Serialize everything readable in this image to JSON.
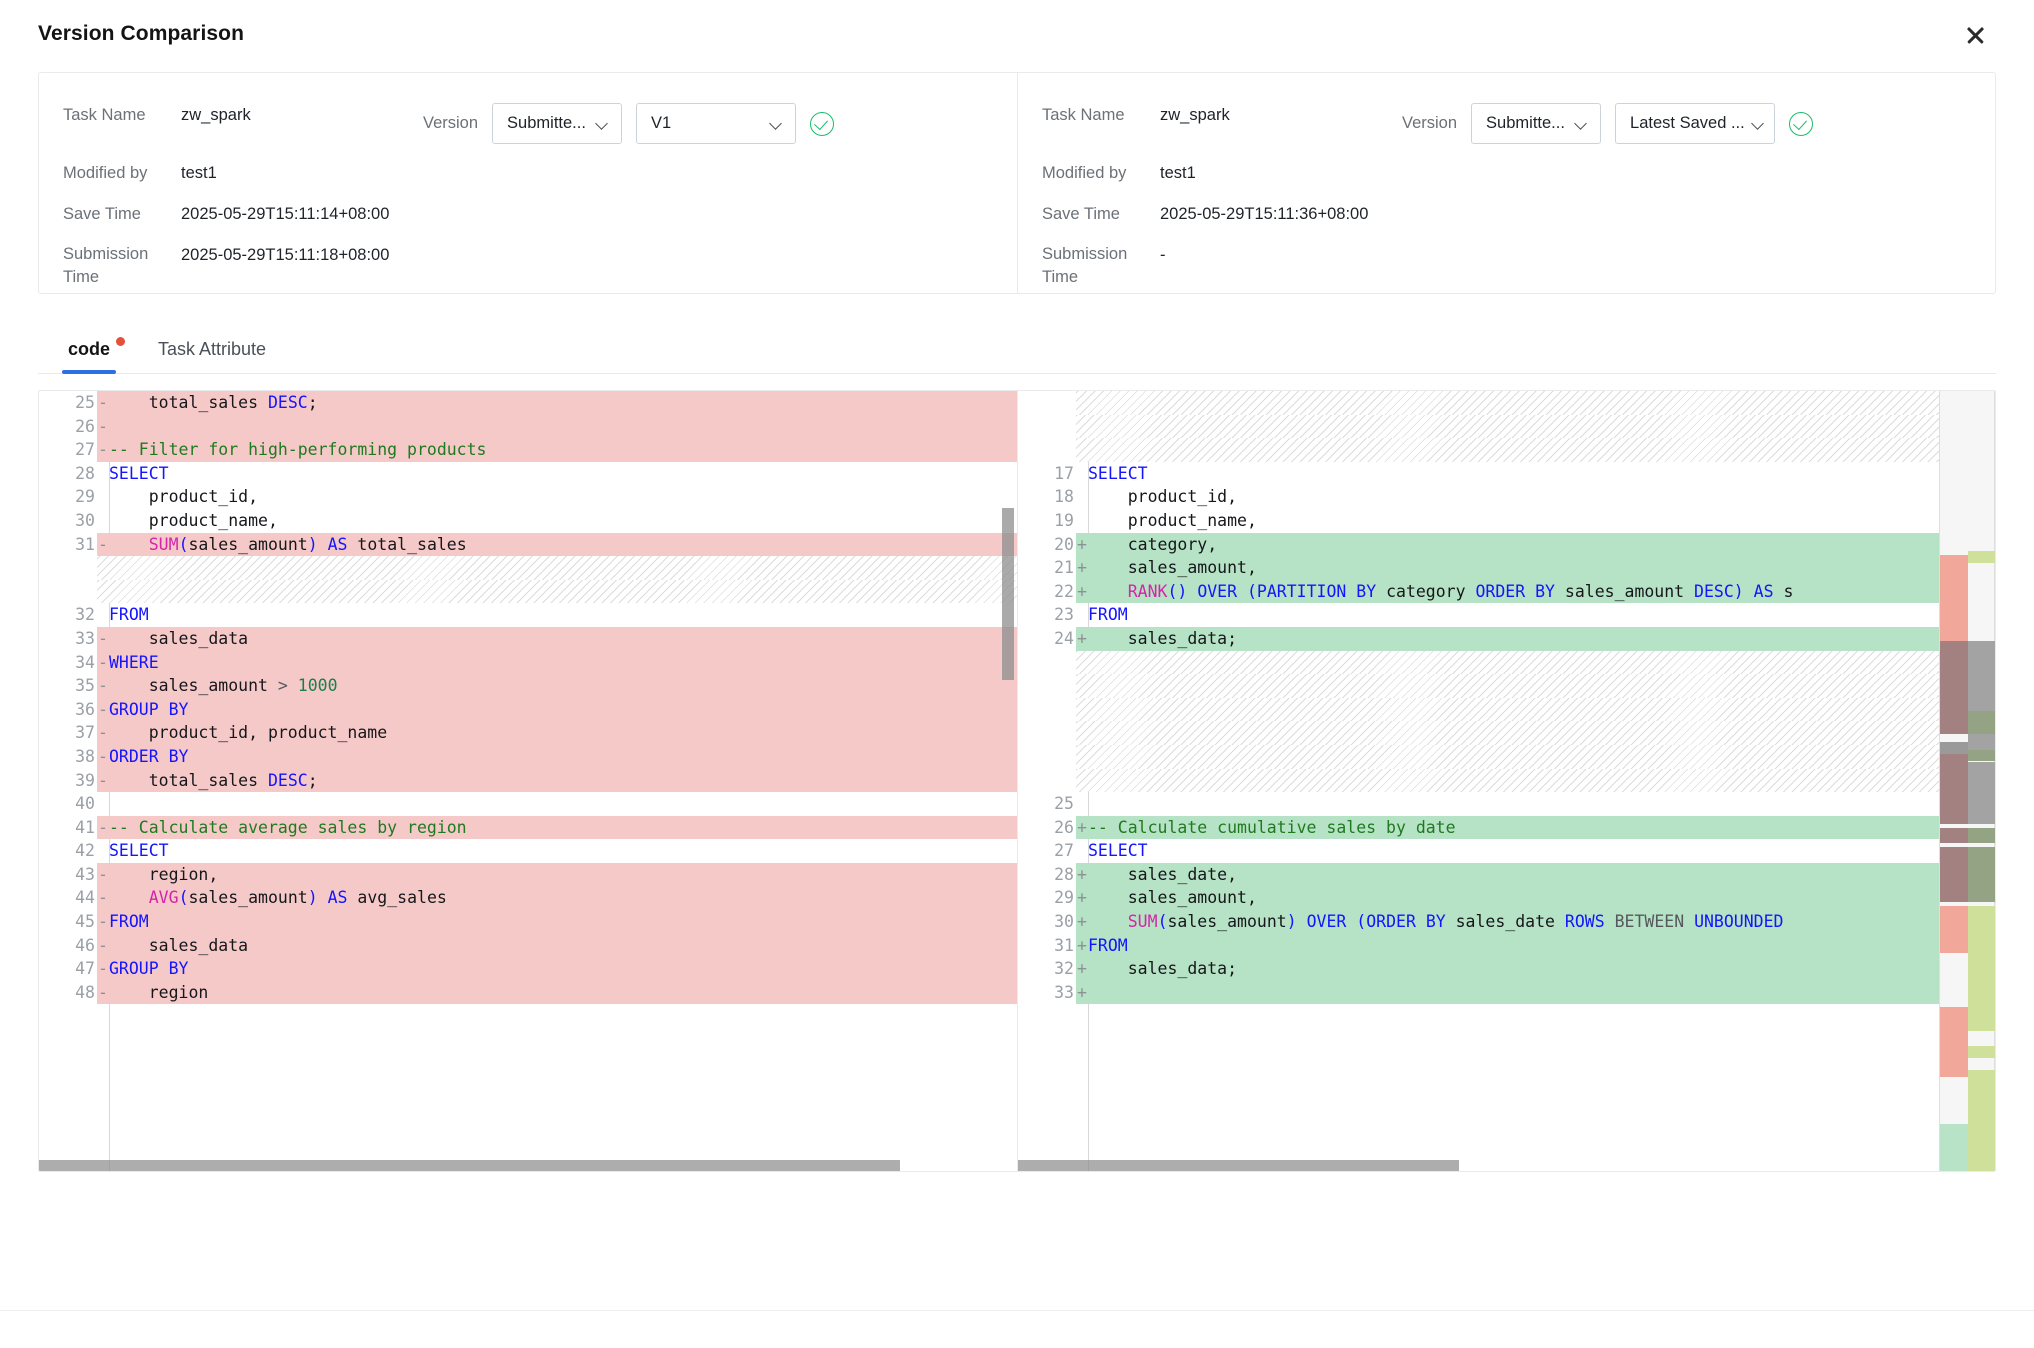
{
  "dialog": {
    "title": "Version Comparison",
    "close_icon": "close-icon"
  },
  "panels": {
    "left": {
      "task_name_label": "Task Name",
      "task_name_value": "zw_spark",
      "modified_by_label": "Modified by",
      "modified_by_value": "test1",
      "save_time_label": "Save Time",
      "save_time_value": "2025-05-29T15:11:14+08:00",
      "submission_time_label": "Submission Time",
      "submission_time_value": "2025-05-29T15:11:18+08:00",
      "version_label": "Version",
      "version_type": "Submitte...",
      "version_value": "V1",
      "status_icon": "check-circle-icon"
    },
    "right": {
      "task_name_label": "Task Name",
      "task_name_value": "zw_spark",
      "modified_by_label": "Modified by",
      "modified_by_value": "test1",
      "save_time_label": "Save Time",
      "save_time_value": "2025-05-29T15:11:36+08:00",
      "submission_time_label": "Submission Time",
      "submission_time_value": "-",
      "version_label": "Version",
      "version_type": "Submitte...",
      "version_value": "Latest Saved ...",
      "status_icon": "check-circle-icon"
    }
  },
  "tabs": [
    {
      "label": "code",
      "active": true,
      "has_dot": true
    },
    {
      "label": "Task Attribute",
      "active": false,
      "has_dot": false
    }
  ],
  "colors": {
    "accent": "#2f6fe4",
    "dot": "#e4503a",
    "success": "#19be6b",
    "diff_removed_bg": "#f6c9c9",
    "diff_added_bg": "#b6e3c5",
    "keyword": "#1414ff",
    "function": "#d425a8",
    "comment": "#1f7a1f",
    "number": "#1a7f4b"
  },
  "diff": {
    "left": [
      {
        "num": "25",
        "sign": "-",
        "type": "del",
        "tokens": [
          {
            "t": "    total_sales ",
            "c": "pl"
          },
          {
            "t": "DESC",
            "c": "kw"
          },
          {
            "t": ";",
            "c": "pl"
          }
        ]
      },
      {
        "num": "26",
        "sign": "-",
        "type": "del",
        "tokens": []
      },
      {
        "num": "27",
        "sign": "-",
        "type": "del",
        "tokens": [
          {
            "t": "-- Filter for high-performing products",
            "c": "cmt"
          }
        ]
      },
      {
        "num": "28",
        "sign": "",
        "type": "ctx",
        "tokens": [
          {
            "t": "SELECT",
            "c": "kw"
          }
        ]
      },
      {
        "num": "29",
        "sign": "",
        "type": "ctx",
        "tokens": [
          {
            "t": "    product_id,",
            "c": "pl"
          }
        ]
      },
      {
        "num": "30",
        "sign": "",
        "type": "ctx",
        "tokens": [
          {
            "t": "    product_name,",
            "c": "pl"
          }
        ]
      },
      {
        "num": "31",
        "sign": "-",
        "type": "del",
        "tokens": [
          {
            "t": "    ",
            "c": "pl"
          },
          {
            "t": "SUM",
            "c": "fn"
          },
          {
            "t": "(",
            "c": "kw"
          },
          {
            "t": "sales_amount",
            "c": "pl"
          },
          {
            "t": ")",
            "c": "kw"
          },
          {
            "t": " ",
            "c": "pl"
          },
          {
            "t": "AS",
            "c": "kw"
          },
          {
            "t": " total_sales",
            "c": "pl"
          }
        ]
      },
      {
        "num": "",
        "sign": "",
        "type": "filler",
        "tokens": []
      },
      {
        "num": "",
        "sign": "",
        "type": "filler",
        "tokens": []
      },
      {
        "num": "32",
        "sign": "",
        "type": "ctx",
        "tokens": [
          {
            "t": "FROM",
            "c": "kw"
          }
        ]
      },
      {
        "num": "33",
        "sign": "-",
        "type": "del",
        "tokens": [
          {
            "t": "    sales_data",
            "c": "pl"
          }
        ]
      },
      {
        "num": "34",
        "sign": "-",
        "type": "del",
        "tokens": [
          {
            "t": "WHERE",
            "c": "kw"
          }
        ]
      },
      {
        "num": "35",
        "sign": "-",
        "type": "del",
        "tokens": [
          {
            "t": "    sales_amount ",
            "c": "pl"
          },
          {
            "t": ">",
            "c": "op"
          },
          {
            "t": " ",
            "c": "pl"
          },
          {
            "t": "1000",
            "c": "num"
          }
        ]
      },
      {
        "num": "36",
        "sign": "-",
        "type": "del",
        "tokens": [
          {
            "t": "GROUP BY",
            "c": "kw"
          }
        ]
      },
      {
        "num": "37",
        "sign": "-",
        "type": "del",
        "tokens": [
          {
            "t": "    product_id, product_name",
            "c": "pl"
          }
        ]
      },
      {
        "num": "38",
        "sign": "-",
        "type": "del",
        "tokens": [
          {
            "t": "ORDER BY",
            "c": "kw"
          }
        ]
      },
      {
        "num": "39",
        "sign": "-",
        "type": "del",
        "tokens": [
          {
            "t": "    total_sales ",
            "c": "pl"
          },
          {
            "t": "DESC",
            "c": "kw"
          },
          {
            "t": ";",
            "c": "pl"
          }
        ]
      },
      {
        "num": "40",
        "sign": "",
        "type": "ctx",
        "tokens": []
      },
      {
        "num": "41",
        "sign": "-",
        "type": "del",
        "tokens": [
          {
            "t": "-- Calculate average sales by region",
            "c": "cmt"
          }
        ]
      },
      {
        "num": "42",
        "sign": "",
        "type": "ctx",
        "tokens": [
          {
            "t": "SELECT",
            "c": "kw"
          }
        ]
      },
      {
        "num": "43",
        "sign": "-",
        "type": "del",
        "tokens": [
          {
            "t": "    region,",
            "c": "pl"
          }
        ]
      },
      {
        "num": "44",
        "sign": "-",
        "type": "del",
        "tokens": [
          {
            "t": "    ",
            "c": "pl"
          },
          {
            "t": "AVG",
            "c": "fn"
          },
          {
            "t": "(",
            "c": "kw"
          },
          {
            "t": "sales_amount",
            "c": "pl"
          },
          {
            "t": ")",
            "c": "kw"
          },
          {
            "t": " ",
            "c": "pl"
          },
          {
            "t": "AS",
            "c": "kw"
          },
          {
            "t": " avg_sales",
            "c": "pl"
          }
        ]
      },
      {
        "num": "45",
        "sign": "-",
        "type": "del",
        "tokens": [
          {
            "t": "FROM",
            "c": "kw"
          }
        ]
      },
      {
        "num": "46",
        "sign": "-",
        "type": "del",
        "tokens": [
          {
            "t": "    sales_data",
            "c": "pl"
          }
        ]
      },
      {
        "num": "47",
        "sign": "-",
        "type": "del",
        "tokens": [
          {
            "t": "GROUP BY",
            "c": "kw"
          }
        ]
      },
      {
        "num": "48",
        "sign": "-",
        "type": "del",
        "tokens": [
          {
            "t": "    region",
            "c": "pl"
          }
        ]
      }
    ],
    "right": [
      {
        "num": "",
        "sign": "",
        "type": "filler",
        "tokens": []
      },
      {
        "num": "",
        "sign": "",
        "type": "filler",
        "tokens": []
      },
      {
        "num": "",
        "sign": "",
        "type": "filler",
        "tokens": []
      },
      {
        "num": "17",
        "sign": "",
        "type": "ctx",
        "tokens": [
          {
            "t": "SELECT",
            "c": "kw"
          }
        ]
      },
      {
        "num": "18",
        "sign": "",
        "type": "ctx",
        "tokens": [
          {
            "t": "    product_id,",
            "c": "pl"
          }
        ]
      },
      {
        "num": "19",
        "sign": "",
        "type": "ctx",
        "tokens": [
          {
            "t": "    product_name,",
            "c": "pl"
          }
        ]
      },
      {
        "num": "20",
        "sign": "+",
        "type": "add",
        "tokens": [
          {
            "t": "    category,",
            "c": "pl"
          }
        ]
      },
      {
        "num": "21",
        "sign": "+",
        "type": "add",
        "tokens": [
          {
            "t": "    sales_amount,",
            "c": "pl"
          }
        ]
      },
      {
        "num": "22",
        "sign": "+",
        "type": "add",
        "tokens": [
          {
            "t": "    ",
            "c": "pl"
          },
          {
            "t": "RANK",
            "c": "fn"
          },
          {
            "t": "()",
            "c": "kw"
          },
          {
            "t": " ",
            "c": "pl"
          },
          {
            "t": "OVER",
            "c": "kw"
          },
          {
            "t": " ",
            "c": "pl"
          },
          {
            "t": "(PARTITION BY",
            "c": "kw"
          },
          {
            "t": " category ",
            "c": "pl"
          },
          {
            "t": "ORDER BY",
            "c": "kw"
          },
          {
            "t": " sales_amount ",
            "c": "pl"
          },
          {
            "t": "DESC)",
            "c": "kw"
          },
          {
            "t": " ",
            "c": "pl"
          },
          {
            "t": "AS",
            "c": "kw"
          },
          {
            "t": " s",
            "c": "pl"
          }
        ]
      },
      {
        "num": "23",
        "sign": "",
        "type": "ctx",
        "tokens": [
          {
            "t": "FROM",
            "c": "kw"
          }
        ]
      },
      {
        "num": "24",
        "sign": "+",
        "type": "add",
        "tokens": [
          {
            "t": "    sales_data;",
            "c": "pl"
          }
        ]
      },
      {
        "num": "",
        "sign": "",
        "type": "filler",
        "tokens": []
      },
      {
        "num": "",
        "sign": "",
        "type": "filler",
        "tokens": []
      },
      {
        "num": "",
        "sign": "",
        "type": "filler",
        "tokens": []
      },
      {
        "num": "",
        "sign": "",
        "type": "filler",
        "tokens": []
      },
      {
        "num": "",
        "sign": "",
        "type": "filler",
        "tokens": []
      },
      {
        "num": "",
        "sign": "",
        "type": "filler",
        "tokens": []
      },
      {
        "num": "25",
        "sign": "",
        "type": "ctx",
        "tokens": []
      },
      {
        "num": "26",
        "sign": "+",
        "type": "add",
        "tokens": [
          {
            "t": "-- Calculate cumulative sales by date",
            "c": "cmt"
          }
        ]
      },
      {
        "num": "27",
        "sign": "",
        "type": "ctx",
        "tokens": [
          {
            "t": "SELECT",
            "c": "kw"
          }
        ]
      },
      {
        "num": "28",
        "sign": "+",
        "type": "add",
        "tokens": [
          {
            "t": "    sales_date,",
            "c": "pl"
          }
        ]
      },
      {
        "num": "29",
        "sign": "+",
        "type": "add",
        "tokens": [
          {
            "t": "    sales_amount,",
            "c": "pl"
          }
        ]
      },
      {
        "num": "30",
        "sign": "+",
        "type": "add",
        "tokens": [
          {
            "t": "    ",
            "c": "pl"
          },
          {
            "t": "SUM",
            "c": "fn"
          },
          {
            "t": "(",
            "c": "kw"
          },
          {
            "t": "sales_amount",
            "c": "pl"
          },
          {
            "t": ")",
            "c": "kw"
          },
          {
            "t": " ",
            "c": "pl"
          },
          {
            "t": "OVER",
            "c": "kw"
          },
          {
            "t": " ",
            "c": "pl"
          },
          {
            "t": "(ORDER BY",
            "c": "kw"
          },
          {
            "t": " sales_date ",
            "c": "pl"
          },
          {
            "t": "ROWS",
            "c": "kw"
          },
          {
            "t": " BETWEEN ",
            "c": "op"
          },
          {
            "t": "UNBOUNDED",
            "c": "kw"
          },
          {
            "t": " ",
            "c": "pl"
          }
        ]
      },
      {
        "num": "31",
        "sign": "+",
        "type": "add",
        "tokens": [
          {
            "t": "FROM",
            "c": "kw"
          }
        ]
      },
      {
        "num": "32",
        "sign": "+",
        "type": "add",
        "tokens": [
          {
            "t": "    sales_data;",
            "c": "pl"
          }
        ]
      },
      {
        "num": "33",
        "sign": "+",
        "type": "add",
        "tokens": []
      }
    ]
  },
  "scroll": {
    "left_v_thumb_top_pct": 15,
    "left_v_thumb_height_pct": 22,
    "left_h_thumb_width_pct": 88,
    "right_h_thumb_width_pct": 48
  }
}
